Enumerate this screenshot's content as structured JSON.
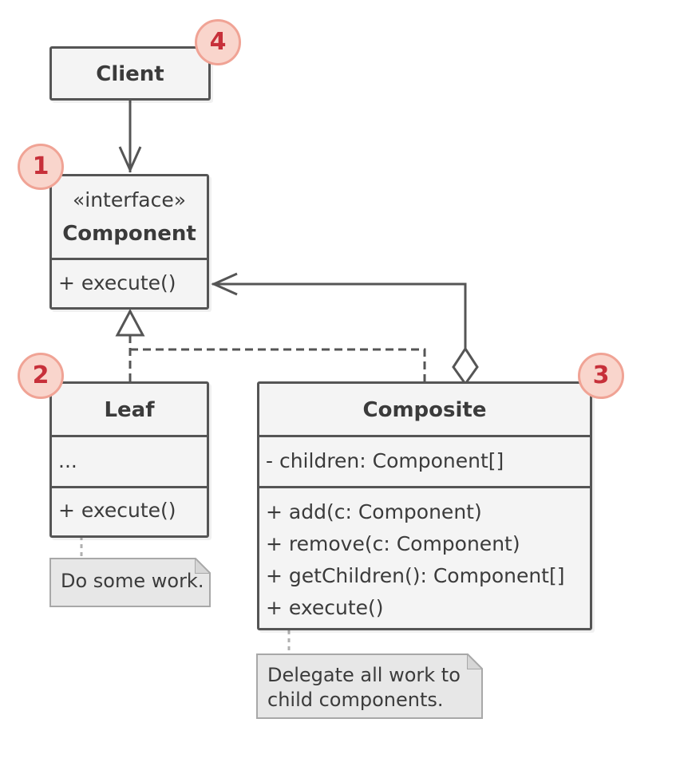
{
  "badges": {
    "client": "4",
    "component": "1",
    "leaf": "2",
    "composite": "3"
  },
  "client": {
    "name": "Client"
  },
  "component": {
    "stereotype": "«interface»",
    "name": "Component",
    "method": "+ execute()"
  },
  "leaf": {
    "name": "Leaf",
    "field": "...",
    "method": "+ execute()"
  },
  "composite": {
    "name": "Composite",
    "field": "- children: Component[]",
    "methods": [
      "+ add(c: Component)",
      "+ remove(c: Component)",
      "+ getChildren(): Component[]",
      "+ execute()"
    ]
  },
  "notes": {
    "leaf": "Do some work.",
    "composite_line1": "Delegate all work to",
    "composite_line2": "child components."
  },
  "colors": {
    "stroke": "#555555",
    "fill": "#f4f4f4",
    "badge_fill": "#f9d5cc",
    "badge_text": "#c7303a",
    "note_fill": "#e7e7e7"
  }
}
